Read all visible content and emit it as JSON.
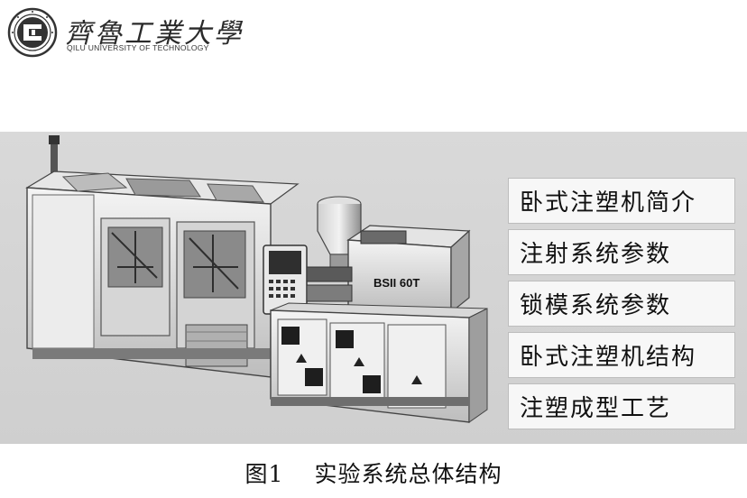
{
  "header": {
    "university_cn": "齊魯工業大學",
    "university_en": "QILU UNIVERSITY OF TECHNOLOGY"
  },
  "machine": {
    "model_label": "BSII 60T"
  },
  "menu": {
    "items": [
      {
        "label": "卧式注塑机简介"
      },
      {
        "label": "注射系统参数"
      },
      {
        "label": "锁模系统参数"
      },
      {
        "label": "卧式注塑机结构"
      },
      {
        "label": "注塑成型工艺"
      }
    ]
  },
  "caption": {
    "number": "图1",
    "text": "实验系统总体结构"
  }
}
